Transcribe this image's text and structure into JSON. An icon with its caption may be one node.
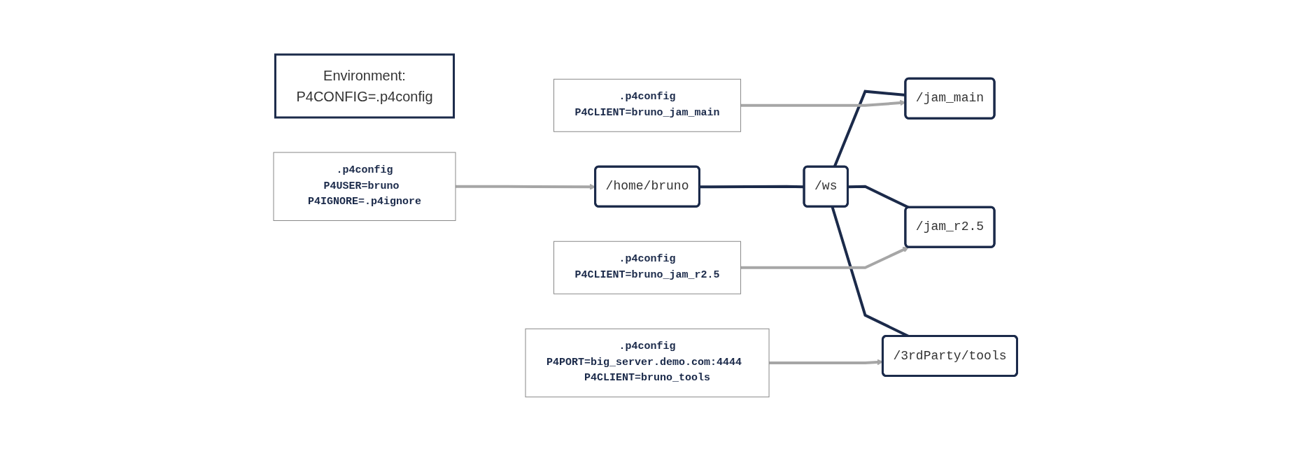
{
  "diagram": {
    "nodes": [
      {
        "text": [
          "/home/bruno"
        ]
      },
      {
        "text": [
          "/ws"
        ]
      },
      {
        "text": [
          "/jam_main"
        ]
      },
      {
        "text": [
          "/jam_r2.5"
        ]
      },
      {
        "text": [
          "/3rdParty/tools"
        ]
      },
      {
        "text": [
          "Environment:",
          "P4CONFIG=.p4config"
        ]
      },
      {
        "text": [
          ".p4config",
          "P4USER=bruno P4IGNORE=.p4ignore"
        ]
      },
      {
        "text": [
          ".p4config",
          "P4CLIENT=bruno_jam_main"
        ]
      },
      {
        "text": [
          ".p4config",
          "P4CLIENT=bruno_jam_r2.5"
        ]
      },
      {
        "text": [
          ".p4config",
          "P4PORT=big_server.demo.com:4444 P4CLIENT=bruno_tools"
        ]
      }
    ],
    "edges": [
      {
        "from": 0,
        "to": 1,
        "arrow": "none"
      },
      {
        "from": 1,
        "to": 2,
        "arrow": "none"
      },
      {
        "from": 1,
        "to": 3,
        "arrow": "none"
      },
      {
        "from": 1,
        "to": 4,
        "arrow": "none"
      },
      {
        "from": 6,
        "to": 0,
        "arrow": "to",
        "color": "#a6a6a6"
      },
      {
        "from": 7,
        "to": 2,
        "arrow": "to",
        "color": "#a6a6a6"
      },
      {
        "from": 8,
        "to": 3,
        "arrow": "to",
        "color": "#a6a6a6"
      },
      {
        "from": 9,
        "to": 4,
        "arrow": "to",
        "color": "#a6a6a6"
      }
    ]
  }
}
